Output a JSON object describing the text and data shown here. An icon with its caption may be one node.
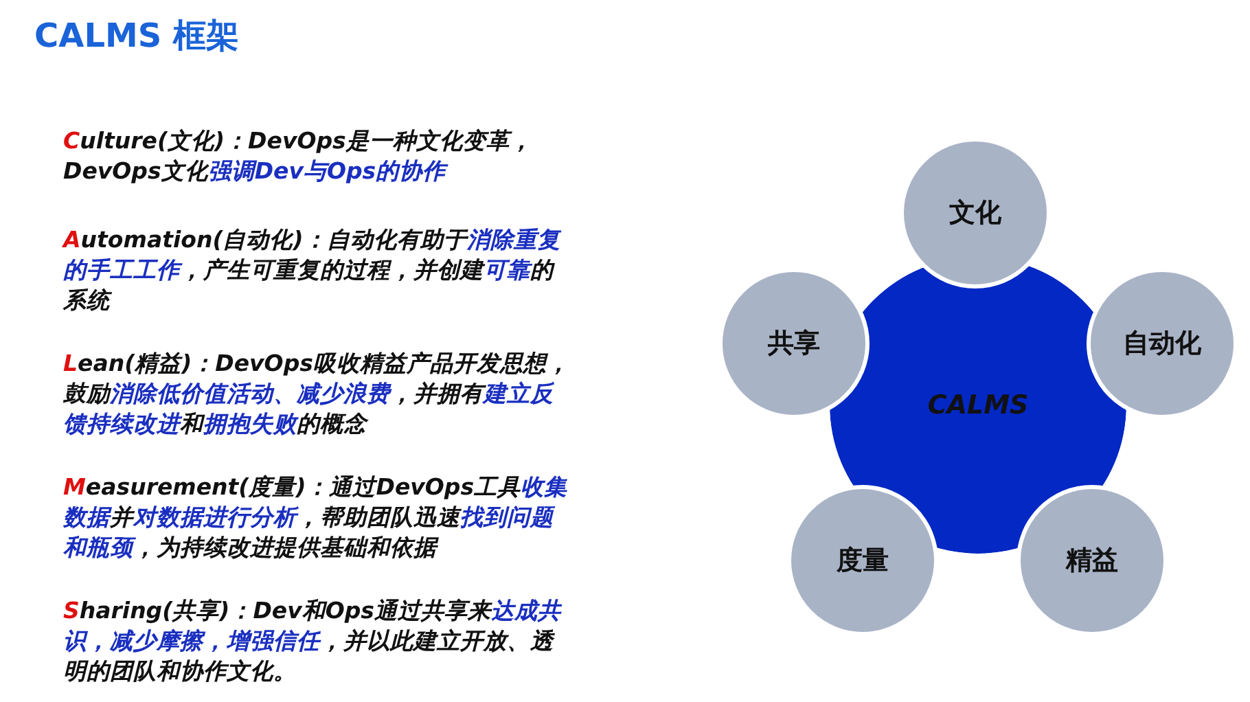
{
  "diagram": {
    "title": "CALMS 框架",
    "nodes": [
      {
        "text": [
          "CALMS"
        ]
      },
      {
        "text": [
          "文化"
        ]
      },
      {
        "text": [
          "自动化"
        ]
      },
      {
        "text": [
          "精益"
        ]
      },
      {
        "text": [
          "度量"
        ]
      },
      {
        "text": [
          "共享"
        ]
      }
    ],
    "labels": [
      "**C**ulture(文化)：DevOps是一种文化变革，DevOps文化**强调Dev与Ops的协作**",
      "**A**utomation(自动化)：自动化有助于**消除重复的手工工作**，产生可重复的过程，并创建**可靠**的系统",
      "**L**ean(精益)：DevOps吸收精益产品开发思想，鼓励**消除低价值活动、减少浪费**，并拥有**建立反馈持续改进**和**拥抱失败**的概念",
      "**M**easurement(度量)：通过DevOps工具**收集数据**并**对数据进行分析**，帮助团队迅速**找到问题和瓶颈**，为持续改进提供基础和依据",
      "**S**haring(共享)：Dev和Ops通过共享来**达成共识，减少摩擦，增强信任**，并以此建立开放、透明的团队和协作文化。"
    ]
  }
}
